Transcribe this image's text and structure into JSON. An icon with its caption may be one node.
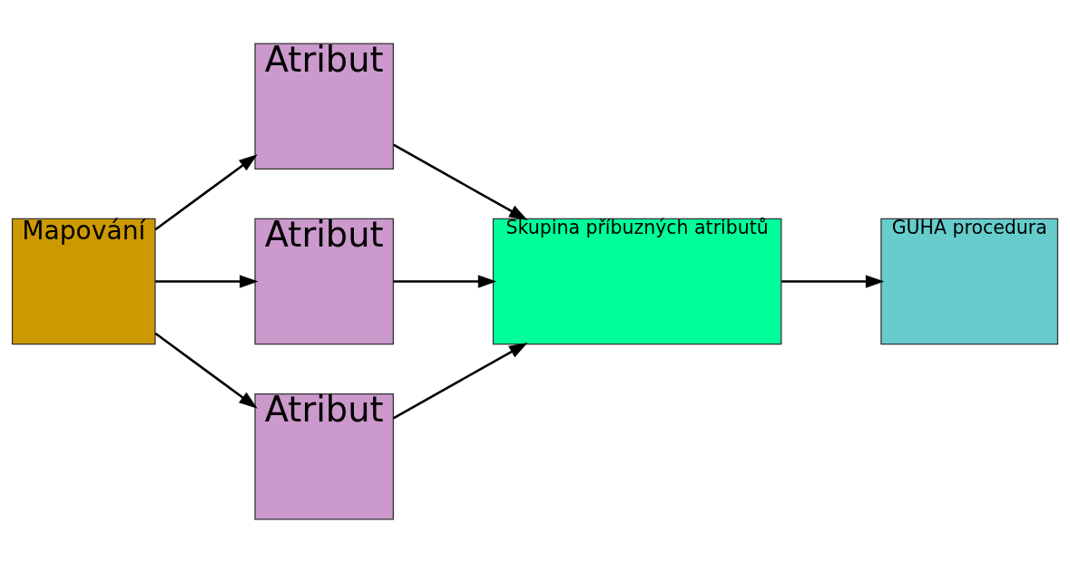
{
  "diagram": {
    "nodes": [
      {
        "text": [
          "Mapování"
        ]
      },
      {
        "text": [
          "Atribut"
        ]
      },
      {
        "text": [
          "Atribut"
        ]
      },
      {
        "text": [
          "Atribut"
        ]
      },
      {
        "text": [
          "Skupina příbuzných atributů"
        ]
      },
      {
        "text": [
          "GUHA procedura"
        ]
      }
    ],
    "edges": [
      {
        "from": 0,
        "to": 1,
        "arrow": "to"
      },
      {
        "from": 0,
        "to": 2,
        "arrow": "to"
      },
      {
        "from": 0,
        "to": 3,
        "arrow": "to"
      },
      {
        "from": 1,
        "to": 4,
        "arrow": "to"
      },
      {
        "from": 2,
        "to": 4,
        "arrow": "to"
      },
      {
        "from": 3,
        "to": 4,
        "arrow": "to"
      },
      {
        "from": 4,
        "to": 5,
        "arrow": "to"
      }
    ]
  }
}
